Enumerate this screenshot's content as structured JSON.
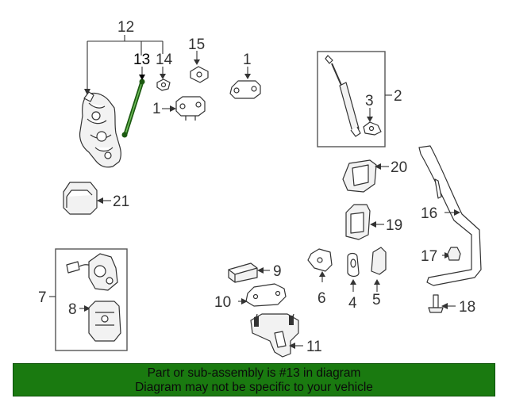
{
  "callouts": {
    "c1a": "1",
    "c1b": "1",
    "c2": "2",
    "c3": "3",
    "c4": "4",
    "c5": "5",
    "c6": "6",
    "c7": "7",
    "c8": "8",
    "c9": "9",
    "c10": "10",
    "c11": "11",
    "c12": "12",
    "c13": "13",
    "c14": "14",
    "c15": "15",
    "c16": "16",
    "c17": "17",
    "c18": "18",
    "c19": "19",
    "c20": "20",
    "c21": "21"
  },
  "highlight_color": "#1d5a12",
  "banner": {
    "line1": "Part or sub-assembly is #13 in diagram",
    "line2": "Diagram may not be specific to your vehicle",
    "color": "#1a7a10"
  }
}
